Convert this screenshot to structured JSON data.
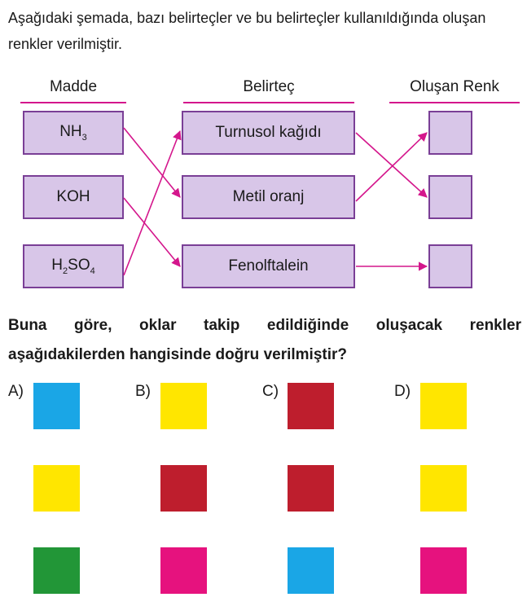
{
  "intro": "Aşağıdaki şemada, bazı belirteçler ve bu belirteçler kullanıldığında oluşan renkler verilmiştir.",
  "headers": {
    "madde": "Madde",
    "belirtec": "Belirteç",
    "olusan_renk": "Oluşan Renk"
  },
  "maddeler": [
    {
      "base": "NH",
      "sub1": "3",
      "mid": "",
      "sub2": ""
    },
    {
      "base": "KOH",
      "sub1": "",
      "mid": "",
      "sub2": ""
    },
    {
      "base": "H",
      "sub1": "2",
      "mid": "SO",
      "sub2": "4"
    }
  ],
  "belirtecler": [
    "Turnusol kağıdı",
    "Metil oranj",
    "Fenolftalein"
  ],
  "question_line1": "Buna göre, oklar takip edildiğinde oluşacak renkler",
  "question_line2": "aşağıdakilerden hangisinde doğru verilmiştir?",
  "options": [
    {
      "label": "A)",
      "colors": [
        "#1aa6e6",
        "#ffe600",
        "#229637"
      ]
    },
    {
      "label": "B)",
      "colors": [
        "#ffe600",
        "#be1e2d",
        "#e6127e"
      ]
    },
    {
      "label": "C)",
      "colors": [
        "#be1e2d",
        "#be1e2d",
        "#1aa6e6"
      ]
    },
    {
      "label": "D)",
      "colors": [
        "#ffe600",
        "#ffe600",
        "#e6127e"
      ]
    }
  ],
  "colors": {
    "accent": "#d4168c",
    "box_fill": "#d8c6e8",
    "box_border": "#7a3f96"
  }
}
